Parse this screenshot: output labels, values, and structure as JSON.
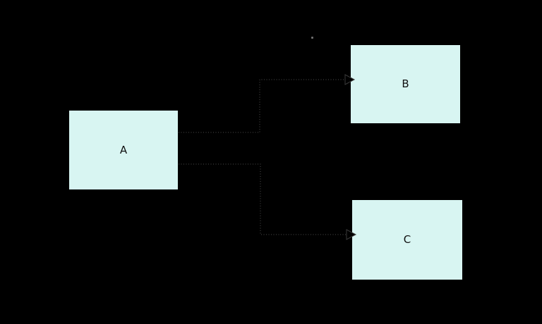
{
  "diagram": {
    "nodes": [
      {
        "id": "A",
        "label": "A"
      },
      {
        "id": "B",
        "label": "B"
      },
      {
        "id": "C",
        "label": "C"
      }
    ],
    "edges": [
      {
        "from": "A",
        "to": "B",
        "line_style": "dotted",
        "arrow": "filled-triangle-right"
      },
      {
        "from": "A",
        "to": "C",
        "line_style": "dotted",
        "arrow": "filled-triangle-right"
      }
    ],
    "colors": {
      "background": "#000000",
      "node_fill": "#d8f5f2",
      "node_border": "#000000",
      "label_text": "#101010",
      "connector": "#4d4d4d",
      "arrow_fill": "#000000",
      "arrow_outline": "#3a3a3a"
    }
  }
}
